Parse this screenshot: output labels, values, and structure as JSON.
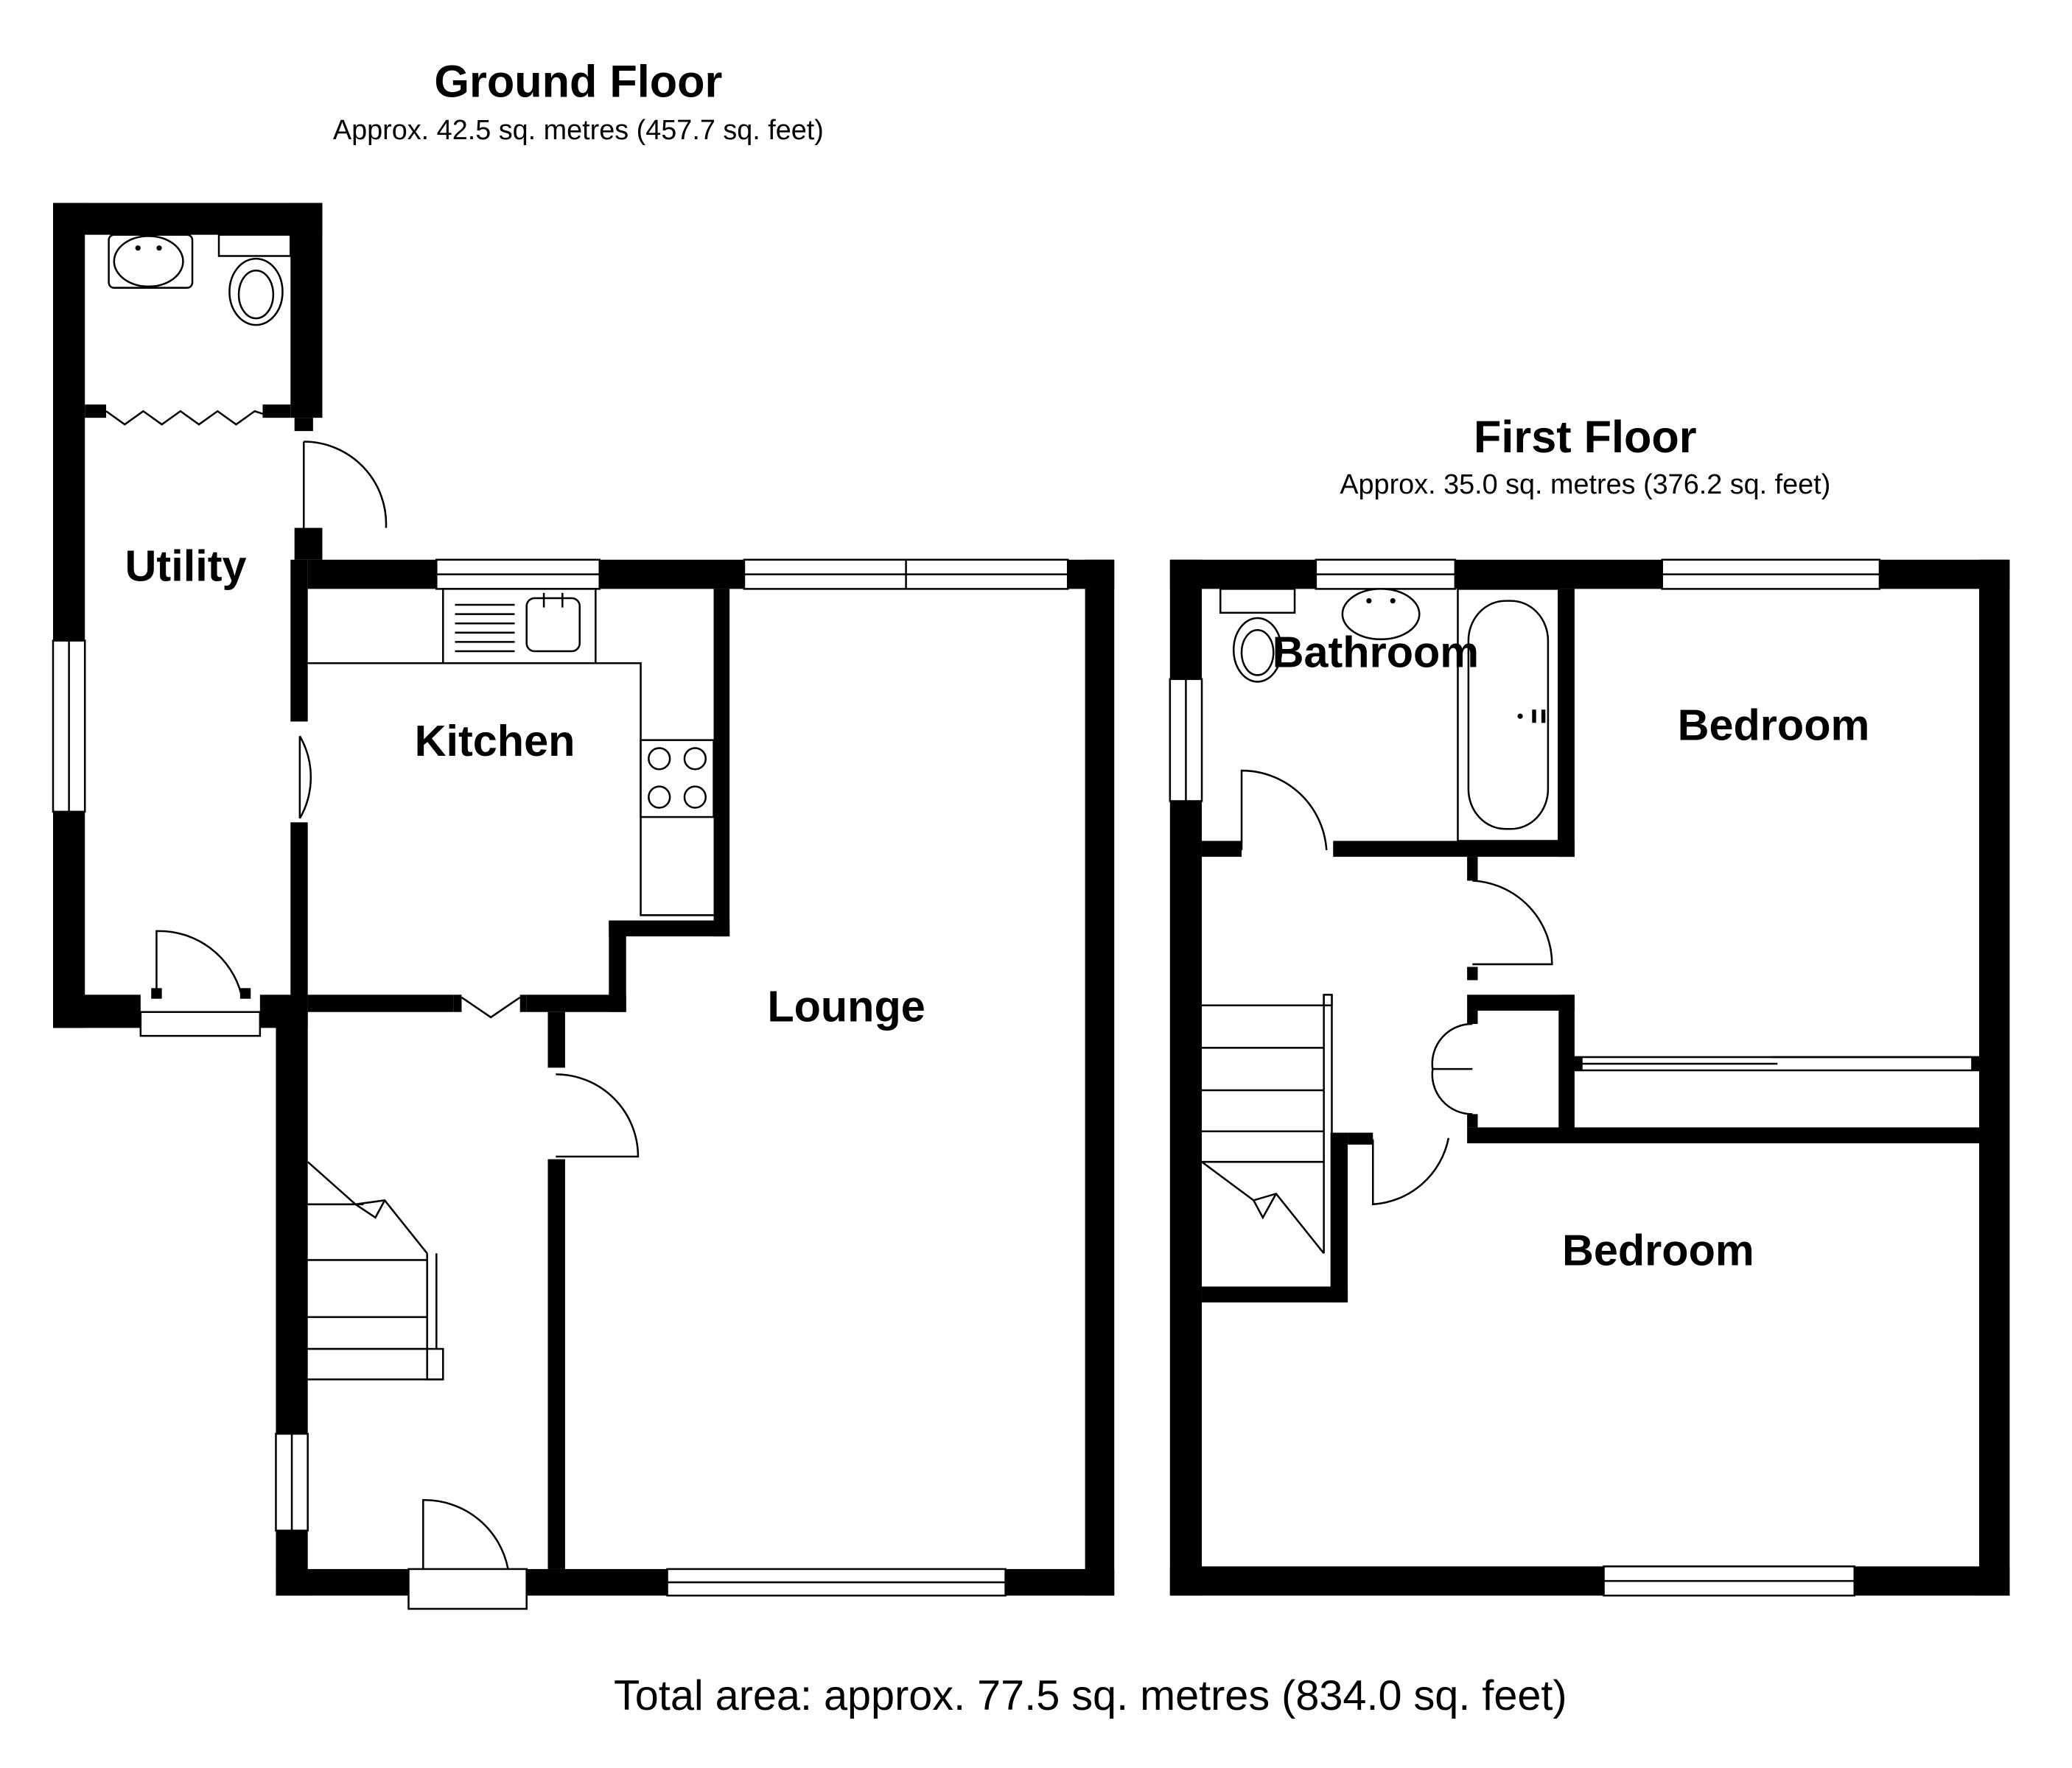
{
  "ground_floor": {
    "title": "Ground Floor",
    "area": "Approx. 42.5 sq. metres (457.7 sq. feet)",
    "rooms": {
      "utility": "Utility",
      "kitchen": "Kitchen",
      "lounge": "Lounge"
    }
  },
  "first_floor": {
    "title": "First Floor",
    "area": "Approx. 35.0 sq. metres (376.2 sq. feet)",
    "rooms": {
      "bathroom": "Bathroom",
      "bedroom_1": "Bedroom",
      "bedroom_2": "Bedroom"
    }
  },
  "total_area": "Total area: approx. 77.5 sq. metres (834.0 sq. feet)"
}
